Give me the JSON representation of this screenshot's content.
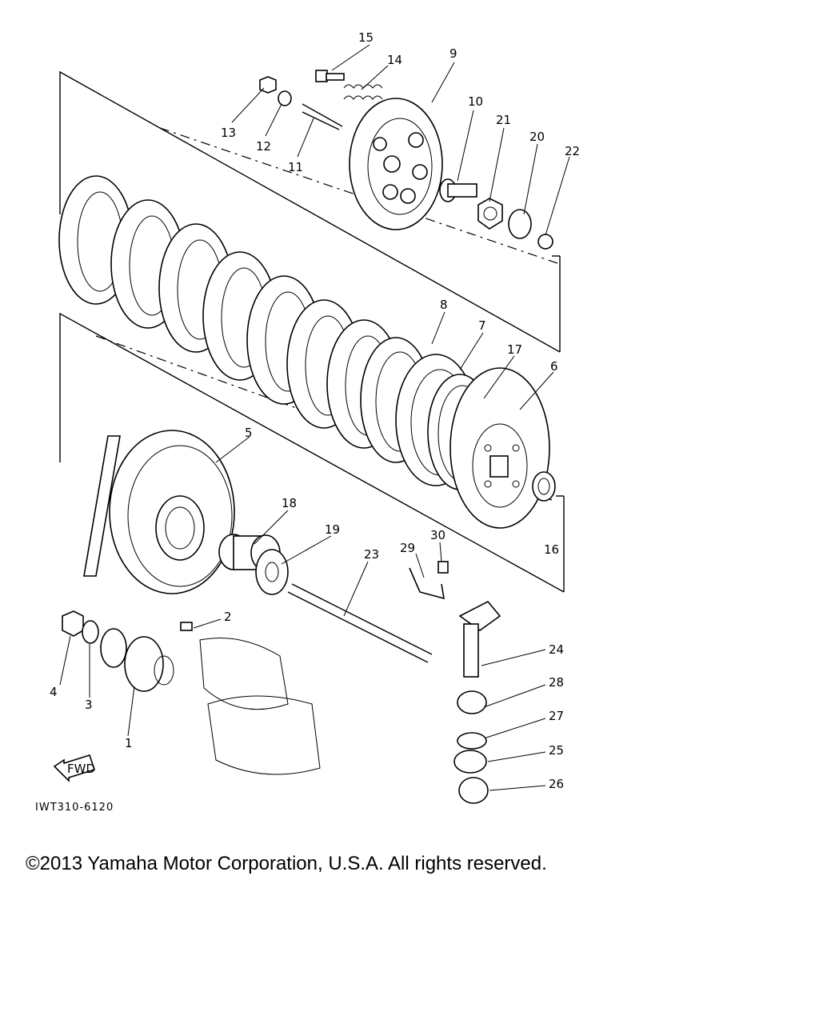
{
  "diagram": {
    "reference_code": "IWT310-6120",
    "fwd_label": "FWD",
    "callouts": [
      {
        "id": "c1",
        "label": "1"
      },
      {
        "id": "c2",
        "label": "2"
      },
      {
        "id": "c3",
        "label": "3"
      },
      {
        "id": "c4",
        "label": "4"
      },
      {
        "id": "c5",
        "label": "5"
      },
      {
        "id": "c6",
        "label": "6"
      },
      {
        "id": "c7",
        "label": "7"
      },
      {
        "id": "c8",
        "label": "8"
      },
      {
        "id": "c9",
        "label": "9"
      },
      {
        "id": "c10",
        "label": "10"
      },
      {
        "id": "c11",
        "label": "11"
      },
      {
        "id": "c12",
        "label": "12"
      },
      {
        "id": "c13",
        "label": "13"
      },
      {
        "id": "c14",
        "label": "14"
      },
      {
        "id": "c15",
        "label": "15"
      },
      {
        "id": "c16",
        "label": "16"
      },
      {
        "id": "c17",
        "label": "17"
      },
      {
        "id": "c18",
        "label": "18"
      },
      {
        "id": "c19",
        "label": "19"
      },
      {
        "id": "c20",
        "label": "20"
      },
      {
        "id": "c21",
        "label": "21"
      },
      {
        "id": "c22",
        "label": "22"
      },
      {
        "id": "c23",
        "label": "23"
      },
      {
        "id": "c24",
        "label": "24"
      },
      {
        "id": "c25",
        "label": "25"
      },
      {
        "id": "c26",
        "label": "26"
      },
      {
        "id": "c27",
        "label": "27"
      },
      {
        "id": "c28",
        "label": "28"
      },
      {
        "id": "c29",
        "label": "29"
      },
      {
        "id": "c30",
        "label": "30"
      }
    ]
  },
  "footer": {
    "copyright": "©2013 Yamaha Motor Corporation, U.S.A. All rights reserved."
  }
}
